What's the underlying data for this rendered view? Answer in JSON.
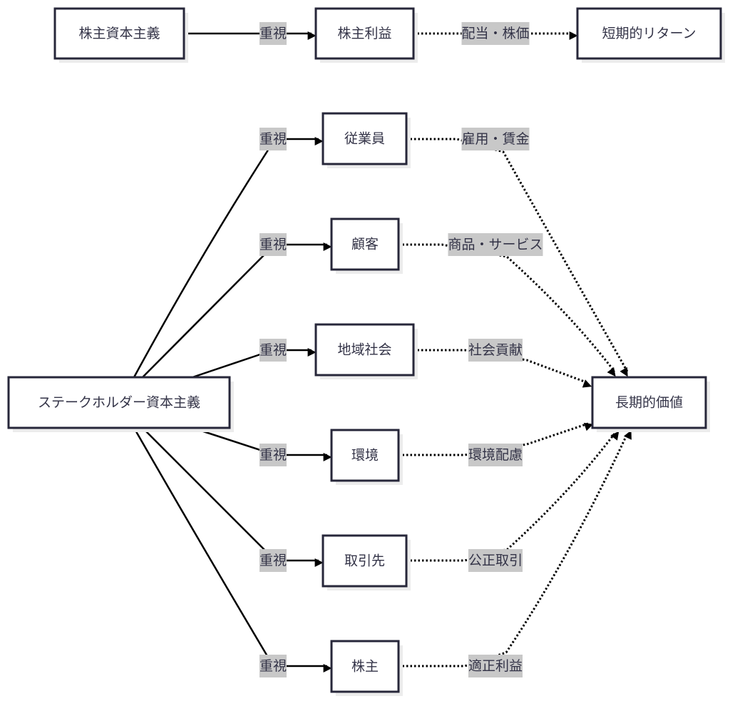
{
  "diagram": {
    "type": "flowchart",
    "nodes": [
      {
        "id": "shareholder_capitalism",
        "label": "株主資本主義"
      },
      {
        "id": "shareholder_profit",
        "label": "株主利益"
      },
      {
        "id": "short_term_return",
        "label": "短期的リターン"
      },
      {
        "id": "stakeholder_capitalism",
        "label": "ステークホルダー資本主義"
      },
      {
        "id": "employees",
        "label": "従業員"
      },
      {
        "id": "customers",
        "label": "顧客"
      },
      {
        "id": "community",
        "label": "地域社会"
      },
      {
        "id": "environment",
        "label": "環境"
      },
      {
        "id": "suppliers",
        "label": "取引先"
      },
      {
        "id": "shareholders",
        "label": "株主"
      },
      {
        "id": "long_term_value",
        "label": "長期的価値"
      }
    ],
    "edges": [
      {
        "from": "shareholder_capitalism",
        "to": "shareholder_profit",
        "label": "重視",
        "style": "solid"
      },
      {
        "from": "shareholder_profit",
        "to": "short_term_return",
        "label": "配当・株価",
        "style": "dotted"
      },
      {
        "from": "stakeholder_capitalism",
        "to": "employees",
        "label": "重視",
        "style": "solid"
      },
      {
        "from": "stakeholder_capitalism",
        "to": "customers",
        "label": "重視",
        "style": "solid"
      },
      {
        "from": "stakeholder_capitalism",
        "to": "community",
        "label": "重視",
        "style": "solid"
      },
      {
        "from": "stakeholder_capitalism",
        "to": "environment",
        "label": "重視",
        "style": "solid"
      },
      {
        "from": "stakeholder_capitalism",
        "to": "suppliers",
        "label": "重視",
        "style": "solid"
      },
      {
        "from": "stakeholder_capitalism",
        "to": "shareholders",
        "label": "重視",
        "style": "solid"
      },
      {
        "from": "employees",
        "to": "long_term_value",
        "label": "雇用・賃金",
        "style": "dotted"
      },
      {
        "from": "customers",
        "to": "long_term_value",
        "label": "商品・サービス",
        "style": "dotted"
      },
      {
        "from": "community",
        "to": "long_term_value",
        "label": "社会貢献",
        "style": "dotted"
      },
      {
        "from": "environment",
        "to": "long_term_value",
        "label": "環境配慮",
        "style": "dotted"
      },
      {
        "from": "suppliers",
        "to": "long_term_value",
        "label": "公正取引",
        "style": "dotted"
      },
      {
        "from": "shareholders",
        "to": "long_term_value",
        "label": "適正利益",
        "style": "dotted"
      }
    ]
  },
  "colors": {
    "node_border": "#27273a",
    "node_text": "#333347",
    "edge": "#000000",
    "edge_label_bg": "#c8c8c8"
  }
}
